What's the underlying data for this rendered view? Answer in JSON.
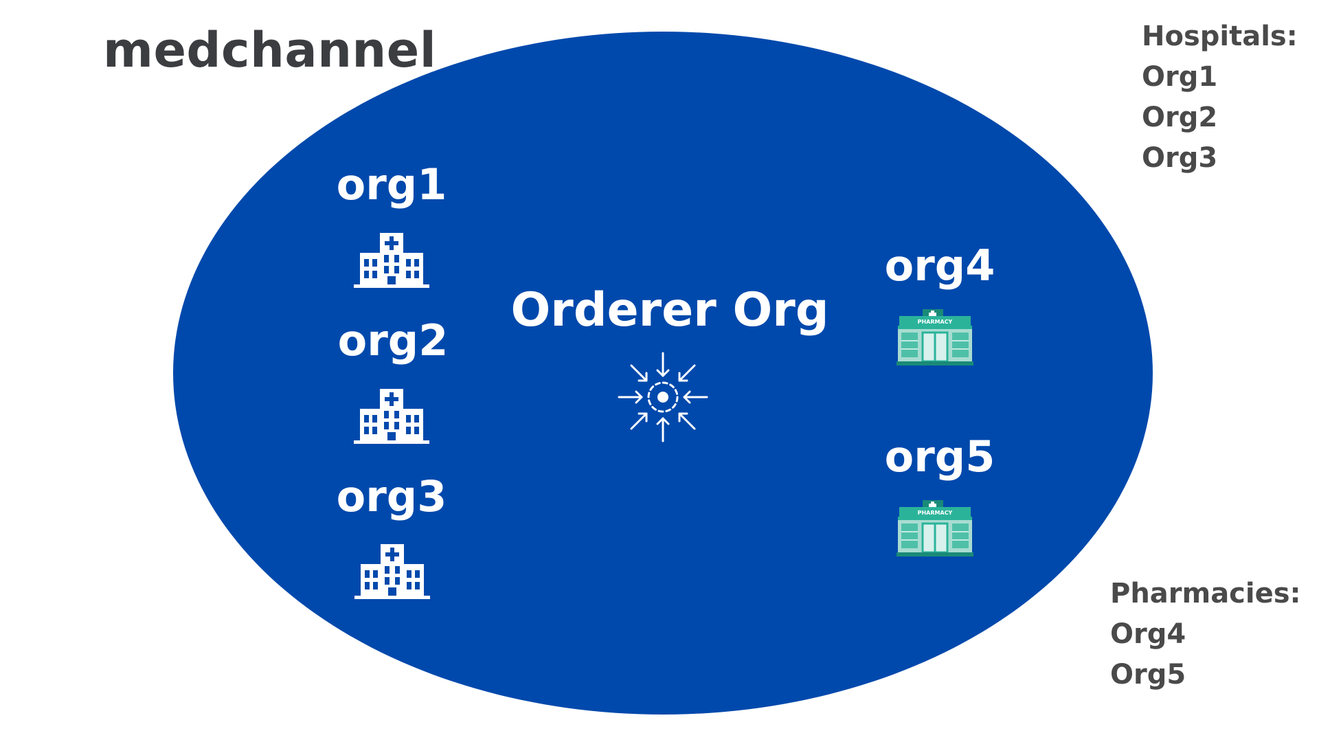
{
  "channel": {
    "name": "medchannel",
    "fill_color": "#0049ac"
  },
  "orgs": {
    "org1": {
      "label": "org1",
      "icon": "hospital-icon"
    },
    "org2": {
      "label": "org2",
      "icon": "hospital-icon"
    },
    "org3": {
      "label": "org3",
      "icon": "hospital-icon"
    },
    "org4": {
      "label": "org4",
      "icon": "pharmacy-icon"
    },
    "org5": {
      "label": "org5",
      "icon": "pharmacy-icon"
    }
  },
  "orderer": {
    "label": "Orderer Org",
    "icon": "converge-arrows-icon"
  },
  "pharmacy_sign": "PHARMACY",
  "legend": {
    "hospitals": {
      "title": "Hospitals:",
      "items": [
        "Org1",
        "Org2",
        "Org3"
      ]
    },
    "pharmacies": {
      "title": "Pharmacies:",
      "items": [
        "Org4",
        "Org5"
      ]
    }
  },
  "colors": {
    "text_dark": "#3b3d40",
    "legend_text": "#4a4a4a",
    "on_channel": "#ffffff",
    "pharmacy_teal": "#2bb39a",
    "pharmacy_dark": "#1a8a78"
  }
}
